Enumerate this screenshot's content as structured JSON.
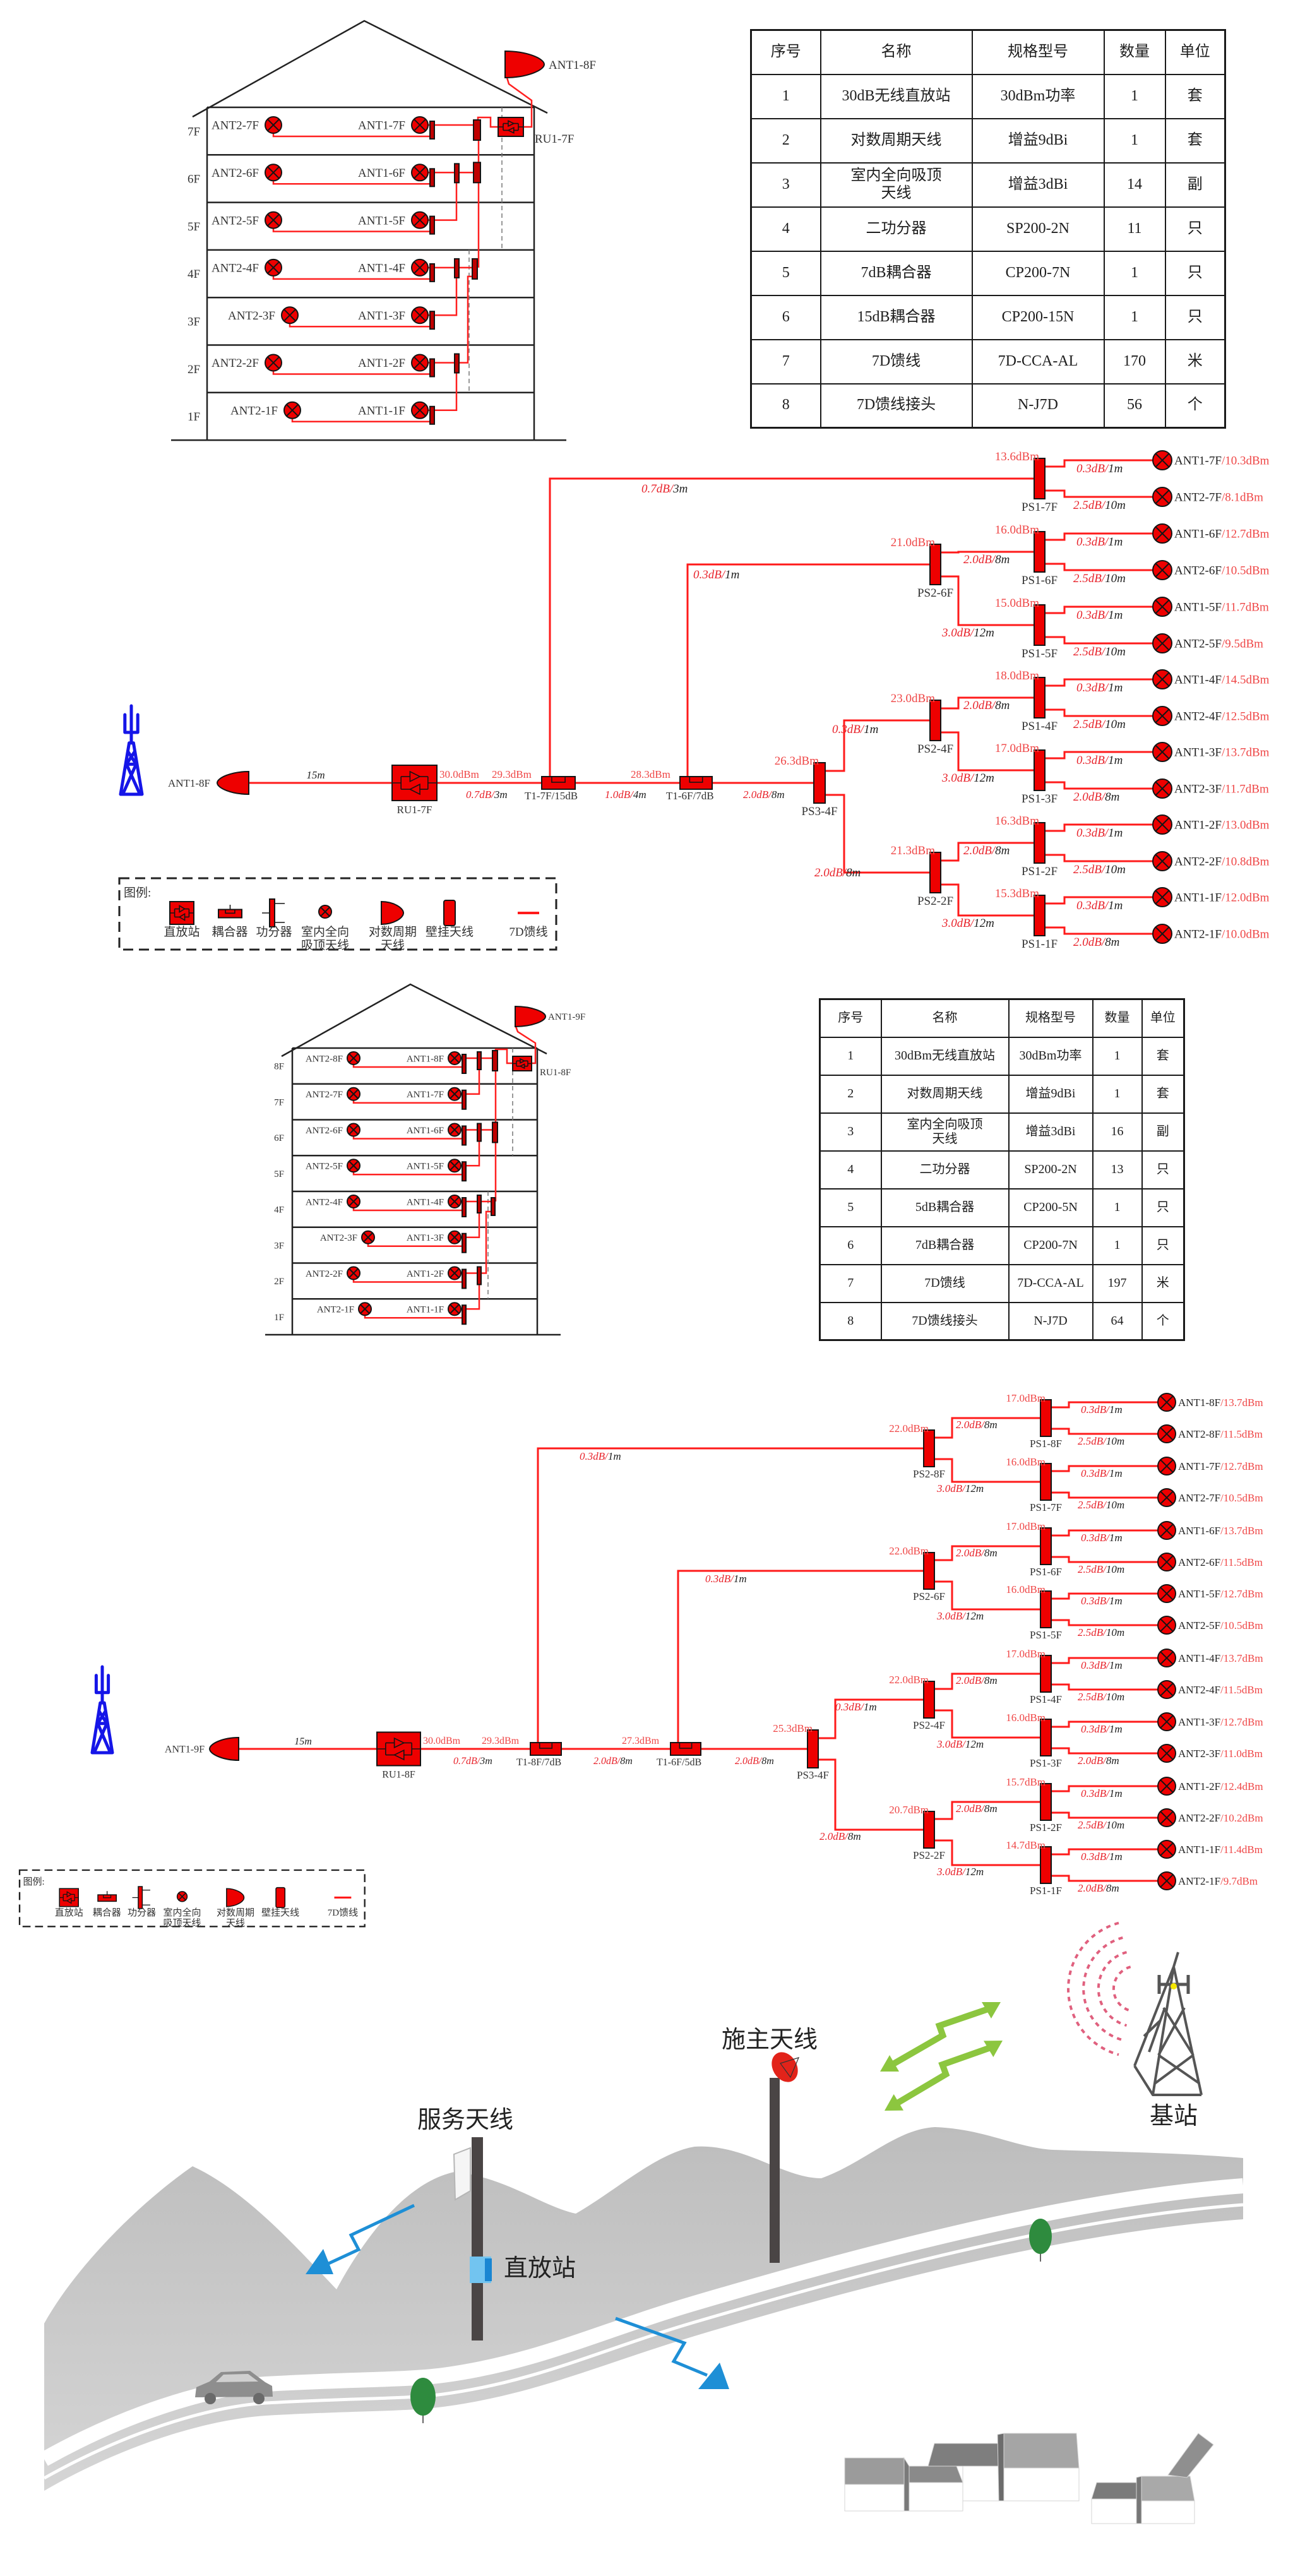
{
  "separator": "/",
  "colors": {
    "feeder": "#ff1a1a",
    "device": "#ee0000",
    "tower": "#1515e8",
    "signal_blue": "#1e8fd6",
    "signal_green": "#8cc63f",
    "wave_red": "#e0607e"
  },
  "building1": {
    "floors": [
      "7F",
      "6F",
      "5F",
      "4F",
      "3F",
      "2F",
      "1F"
    ],
    "ant2": [
      "ANT2-7F",
      "ANT2-6F",
      "ANT2-5F",
      "ANT2-4F",
      "ANT2-3F",
      "ANT2-2F",
      "ANT2-1F"
    ],
    "ant1": [
      "ANT1-7F",
      "ANT1-6F",
      "ANT1-5F",
      "ANT1-4F",
      "ANT1-3F",
      "ANT1-2F",
      "ANT1-1F"
    ],
    "donor_antenna": "ANT1-8F",
    "repeater": "RU1-7F"
  },
  "table1": {
    "headers": [
      "序号",
      "名称",
      "规格型号",
      "数量",
      "单位"
    ],
    "rows": [
      [
        "1",
        "30dB无线直放站",
        "30dBm功率",
        "1",
        "套"
      ],
      [
        "2",
        "对数周期天线",
        "增益9dBi",
        "1",
        "套"
      ],
      [
        "3",
        "室内全向吸顶\n天线",
        "增益3dBi",
        "14",
        "副"
      ],
      [
        "4",
        "二功分器",
        "SP200-2N",
        "11",
        "只"
      ],
      [
        "5",
        "7dB耦合器",
        "CP200-7N",
        "1",
        "只"
      ],
      [
        "6",
        "15dB耦合器",
        "CP200-15N",
        "1",
        "只"
      ],
      [
        "7",
        "7D馈线",
        "7D-CCA-AL",
        "170",
        "米"
      ],
      [
        "8",
        "7D馈线接头",
        "N-J7D",
        "56",
        "个"
      ]
    ]
  },
  "schematic1": {
    "donor_antenna": "ANT1-8F",
    "donor_cable": "15m",
    "repeater": {
      "name": "RU1-7F",
      "power": "30.0dBm"
    },
    "trunk": [
      {
        "loss": "0.7dB",
        "length": "3m",
        "power": "29.3dBm",
        "device": "T1-7F/15dB"
      },
      {
        "loss": "1.0dB",
        "length": "4m",
        "power": "28.3dBm",
        "device": "T1-6F/7dB"
      },
      {
        "loss": "2.0dB",
        "length": "8m",
        "power": "26.3dBm",
        "device": "PS3-4F"
      }
    ],
    "taps": [
      {
        "loss": "0.7dB",
        "length": "3m"
      },
      {
        "loss": "0.3dB",
        "length": "1m"
      }
    ],
    "ps3_branches": [
      {
        "loss": "0.3dB",
        "length": "1m"
      },
      {
        "loss": "2.0dB",
        "length": "8m"
      }
    ],
    "ps2": [
      {
        "name": "PS2-6F",
        "power": "21.0dBm",
        "branches": [
          {
            "loss": "2.0dB",
            "length": "8m"
          },
          {
            "loss": "3.0dB",
            "length": "12m"
          }
        ]
      },
      {
        "name": "PS2-4F",
        "power": "23.0dBm",
        "branches": [
          {
            "loss": "2.0dB",
            "length": "8m"
          },
          {
            "loss": "3.0dB",
            "length": "12m"
          }
        ]
      },
      {
        "name": "PS2-2F",
        "power": "21.3dBm",
        "branches": [
          {
            "loss": "2.0dB",
            "length": "8m"
          },
          {
            "loss": "3.0dB",
            "length": "12m"
          }
        ]
      }
    ],
    "ps1": [
      {
        "name": "PS1-7F",
        "power": "13.6dBm",
        "antennas": [
          {
            "name": "ANT1-7F",
            "power": "10.3dBm",
            "loss": "0.3dB",
            "length": "1m"
          },
          {
            "name": "ANT2-7F",
            "power": "8.1dBm",
            "loss": "2.5dB",
            "length": "10m"
          }
        ]
      },
      {
        "name": "PS1-6F",
        "power": "16.0dBm",
        "antennas": [
          {
            "name": "ANT1-6F",
            "power": "12.7dBm",
            "loss": "0.3dB",
            "length": "1m"
          },
          {
            "name": "ANT2-6F",
            "power": "10.5dBm",
            "loss": "2.5dB",
            "length": "10m"
          }
        ]
      },
      {
        "name": "PS1-5F",
        "power": "15.0dBm",
        "antennas": [
          {
            "name": "ANT1-5F",
            "power": "11.7dBm",
            "loss": "0.3dB",
            "length": "1m"
          },
          {
            "name": "ANT2-5F",
            "power": "9.5dBm",
            "loss": "2.5dB",
            "length": "10m"
          }
        ]
      },
      {
        "name": "PS1-4F",
        "power": "18.0dBm",
        "antennas": [
          {
            "name": "ANT1-4F",
            "power": "14.5dBm",
            "loss": "0.3dB",
            "length": "1m"
          },
          {
            "name": "ANT2-4F",
            "power": "12.5dBm",
            "loss": "2.5dB",
            "length": "10m"
          }
        ]
      },
      {
        "name": "PS1-3F",
        "power": "17.0dBm",
        "antennas": [
          {
            "name": "ANT1-3F",
            "power": "13.7dBm",
            "loss": "0.3dB",
            "length": "1m"
          },
          {
            "name": "ANT2-3F",
            "power": "11.7dBm",
            "loss": "2.0dB",
            "length": "8m"
          }
        ]
      },
      {
        "name": "PS1-2F",
        "power": "16.3dBm",
        "antennas": [
          {
            "name": "ANT1-2F",
            "power": "13.0dBm",
            "loss": "0.3dB",
            "length": "1m"
          },
          {
            "name": "ANT2-2F",
            "power": "10.8dBm",
            "loss": "2.5dB",
            "length": "10m"
          }
        ]
      },
      {
        "name": "PS1-1F",
        "power": "15.3dBm",
        "antennas": [
          {
            "name": "ANT1-1F",
            "power": "12.0dBm",
            "loss": "0.3dB",
            "length": "1m"
          },
          {
            "name": "ANT2-1F",
            "power": "10.0dBm",
            "loss": "2.0dB",
            "length": "8m"
          }
        ]
      }
    ]
  },
  "legend": {
    "title": "图例:",
    "items": [
      {
        "icon": "repeater-icon",
        "lines": [
          "直放站"
        ]
      },
      {
        "icon": "coupler-icon",
        "lines": [
          "耦合器"
        ]
      },
      {
        "icon": "power-splitter-icon",
        "lines": [
          "功分器"
        ]
      },
      {
        "icon": "ceiling-antenna-icon",
        "lines": [
          "室内全向",
          "吸顶天线"
        ]
      },
      {
        "icon": "log-periodic-antenna-icon",
        "lines": [
          "对数周期",
          "天线"
        ]
      },
      {
        "icon": "wall-antenna-icon",
        "lines": [
          "壁挂天线"
        ]
      },
      {
        "icon": "feeder-line-icon",
        "lines": [
          "7D馈线"
        ]
      }
    ]
  },
  "building2": {
    "floors": [
      "8F",
      "7F",
      "6F",
      "5F",
      "4F",
      "3F",
      "2F",
      "1F"
    ],
    "ant2": [
      "ANT2-8F",
      "ANT2-7F",
      "ANT2-6F",
      "ANT2-5F",
      "ANT2-4F",
      "ANT2-3F",
      "ANT2-2F",
      "ANT2-1F"
    ],
    "ant1": [
      "ANT1-8F",
      "ANT1-7F",
      "ANT1-6F",
      "ANT1-5F",
      "ANT1-4F",
      "ANT1-3F",
      "ANT1-2F",
      "ANT1-1F"
    ],
    "donor_antenna": "ANT1-9F",
    "repeater": "RU1-8F"
  },
  "table2": {
    "headers": [
      "序号",
      "名称",
      "规格型号",
      "数量",
      "单位"
    ],
    "rows": [
      [
        "1",
        "30dBm无线直放站",
        "30dBm功率",
        "1",
        "套"
      ],
      [
        "2",
        "对数周期天线",
        "增益9dBi",
        "1",
        "套"
      ],
      [
        "3",
        "室内全向吸顶\n天线",
        "增益3dBi",
        "16",
        "副"
      ],
      [
        "4",
        "二功分器",
        "SP200-2N",
        "13",
        "只"
      ],
      [
        "5",
        "5dB耦合器",
        "CP200-5N",
        "1",
        "只"
      ],
      [
        "6",
        "7dB耦合器",
        "CP200-7N",
        "1",
        "只"
      ],
      [
        "7",
        "7D馈线",
        "7D-CCA-AL",
        "197",
        "米"
      ],
      [
        "8",
        "7D馈线接头",
        "N-J7D",
        "64",
        "个"
      ]
    ]
  },
  "schematic2": {
    "donor_antenna": "ANT1-9F",
    "donor_cable": "15m",
    "repeater": {
      "name": "RU1-8F",
      "power": "30.0dBm"
    },
    "trunk": [
      {
        "loss": "0.7dB",
        "length": "3m",
        "power": "29.3dBm",
        "device": "T1-8F/7dB"
      },
      {
        "loss": "2.0dB",
        "length": "8m",
        "power": "27.3dBm",
        "device": "T1-6F/5dB"
      },
      {
        "loss": "2.0dB",
        "length": "8m",
        "power": "25.3dBm",
        "device": "PS3-4F"
      }
    ],
    "taps": [
      {
        "loss": "0.3dB",
        "length": "1m"
      },
      {
        "loss": "0.3dB",
        "length": "1m"
      }
    ],
    "ps3_branches": [
      {
        "loss": "0.3dB",
        "length": "1m"
      },
      {
        "loss": "2.0dB",
        "length": "8m"
      }
    ],
    "ps2": [
      {
        "name": "PS2-8F",
        "power": "22.0dBm",
        "branches": [
          {
            "loss": "2.0dB",
            "length": "8m"
          },
          {
            "loss": "3.0dB",
            "length": "12m"
          }
        ]
      },
      {
        "name": "PS2-6F",
        "power": "22.0dBm",
        "branches": [
          {
            "loss": "2.0dB",
            "length": "8m"
          },
          {
            "loss": "3.0dB",
            "length": "12m"
          }
        ]
      },
      {
        "name": "PS2-4F",
        "power": "22.0dBm",
        "branches": [
          {
            "loss": "2.0dB",
            "length": "8m"
          },
          {
            "loss": "3.0dB",
            "length": "12m"
          }
        ]
      },
      {
        "name": "PS2-2F",
        "power": "20.7dBm",
        "branches": [
          {
            "loss": "2.0dB",
            "length": "8m"
          },
          {
            "loss": "3.0dB",
            "length": "12m"
          }
        ]
      }
    ],
    "ps1": [
      {
        "name": "PS1-8F",
        "power": "17.0dBm",
        "antennas": [
          {
            "name": "ANT1-8F",
            "power": "13.7dBm",
            "loss": "0.3dB",
            "length": "1m"
          },
          {
            "name": "ANT2-8F",
            "power": "11.5dBm",
            "loss": "2.5dB",
            "length": "10m"
          }
        ]
      },
      {
        "name": "PS1-7F",
        "power": "16.0dBm",
        "antennas": [
          {
            "name": "ANT1-7F",
            "power": "12.7dBm",
            "loss": "0.3dB",
            "length": "1m"
          },
          {
            "name": "ANT2-7F",
            "power": "10.5dBm",
            "loss": "2.5dB",
            "length": "10m"
          }
        ]
      },
      {
        "name": "PS1-6F",
        "power": "17.0dBm",
        "antennas": [
          {
            "name": "ANT1-6F",
            "power": "13.7dBm",
            "loss": "0.3dB",
            "length": "1m"
          },
          {
            "name": "ANT2-6F",
            "power": "11.5dBm",
            "loss": "2.5dB",
            "length": "10m"
          }
        ]
      },
      {
        "name": "PS1-5F",
        "power": "16.0dBm",
        "antennas": [
          {
            "name": "ANT1-5F",
            "power": "12.7dBm",
            "loss": "0.3dB",
            "length": "1m"
          },
          {
            "name": "ANT2-5F",
            "power": "10.5dBm",
            "loss": "2.5dB",
            "length": "10m"
          }
        ]
      },
      {
        "name": "PS1-4F",
        "power": "17.0dBm",
        "antennas": [
          {
            "name": "ANT1-4F",
            "power": "13.7dBm",
            "loss": "0.3dB",
            "length": "1m"
          },
          {
            "name": "ANT2-4F",
            "power": "11.5dBm",
            "loss": "2.5dB",
            "length": "10m"
          }
        ]
      },
      {
        "name": "PS1-3F",
        "power": "16.0dBm",
        "antennas": [
          {
            "name": "ANT1-3F",
            "power": "12.7dBm",
            "loss": "0.3dB",
            "length": "1m"
          },
          {
            "name": "ANT2-3F",
            "power": "11.0dBm",
            "loss": "2.0dB",
            "length": "8m"
          }
        ]
      },
      {
        "name": "PS1-2F",
        "power": "15.7dBm",
        "antennas": [
          {
            "name": "ANT1-2F",
            "power": "12.4dBm",
            "loss": "0.3dB",
            "length": "1m"
          },
          {
            "name": "ANT2-2F",
            "power": "10.2dBm",
            "loss": "2.5dB",
            "length": "10m"
          }
        ]
      },
      {
        "name": "PS1-1F",
        "power": "14.7dBm",
        "antennas": [
          {
            "name": "ANT1-1F",
            "power": "11.4dBm",
            "loss": "0.3dB",
            "length": "1m"
          },
          {
            "name": "ANT2-1F",
            "power": "9.7dBm",
            "loss": "2.0dB",
            "length": "8m"
          }
        ]
      }
    ]
  },
  "illustration": {
    "service_antenna": "服务天线",
    "repeater": "直放站",
    "donor_antenna": "施主天线",
    "base_station": "基站"
  }
}
